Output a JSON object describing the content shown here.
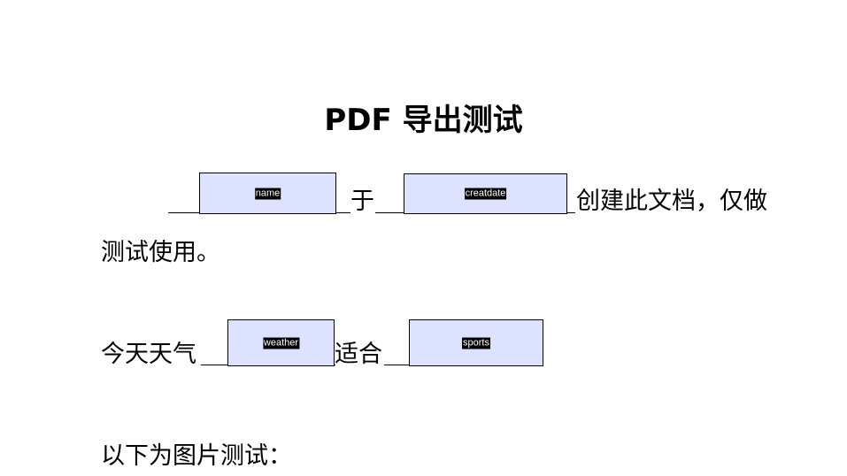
{
  "document": {
    "title": "PDF 导出测试",
    "paragraph1": {
      "field_name": "name",
      "connector": "于",
      "field_createdate": "creatdate",
      "tail": "创建此文档，仅做",
      "line2": "测试使用。"
    },
    "paragraph2": {
      "lead": "今天天气",
      "field_weather": "weather",
      "connector": "适合",
      "field_sports": "sports"
    },
    "paragraph3": {
      "text": "以下为图片测试："
    },
    "colors": {
      "field_fill": "#dce2ff",
      "field_border": "#000000",
      "field_tag_bg": "#000000",
      "field_tag_text": "#ffffff"
    }
  }
}
